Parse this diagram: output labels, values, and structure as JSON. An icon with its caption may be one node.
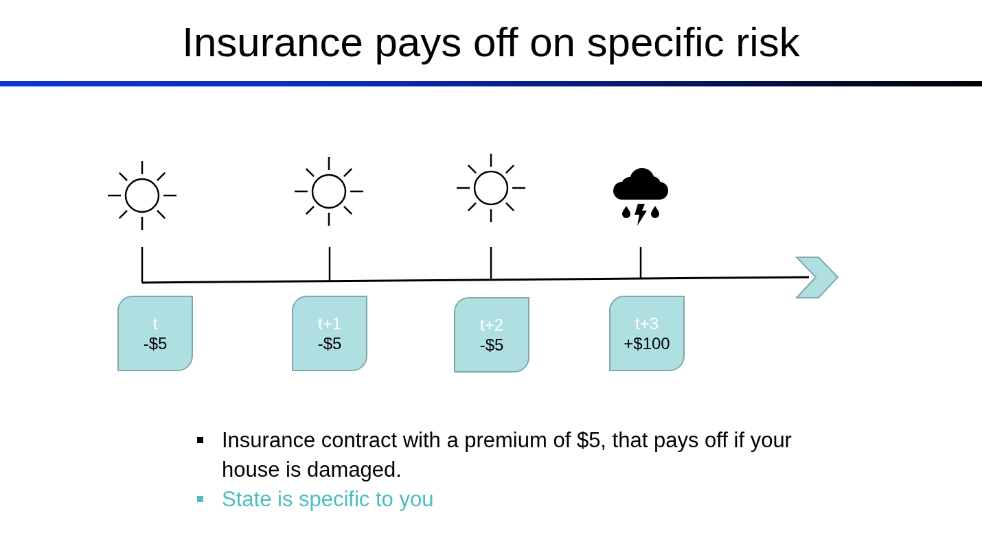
{
  "diagram": {
    "title": "Insurance pays off on specific risk",
    "nodes": [
      {
        "text": [
          "t",
          "-$5"
        ]
      },
      {
        "text": [
          "t+1",
          "-$5"
        ]
      },
      {
        "text": [
          "t+2",
          "-$5"
        ]
      },
      {
        "text": [
          "t+3",
          "+$100"
        ]
      }
    ],
    "labels": [
      "Insurance contract with a premium of $5, that pays off if your house is damaged.",
      "State is specific to you"
    ]
  }
}
